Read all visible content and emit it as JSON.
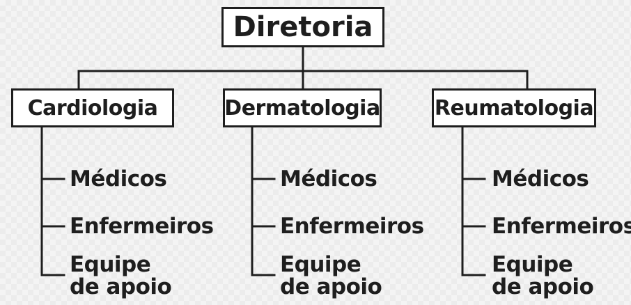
{
  "root": {
    "label": "Diretoria"
  },
  "departments": [
    {
      "label": "Cardiologia",
      "items": [
        "Médicos",
        "Enfermeiros",
        "Equipe",
        "de apoio"
      ]
    },
    {
      "label": "Dermatologia",
      "items": [
        "Médicos",
        "Enfermeiros",
        "Equipe",
        "de apoio"
      ]
    },
    {
      "label": "Reumatologia",
      "items": [
        "Médicos",
        "Enfermeiros",
        "Equipe",
        "de apoio"
      ]
    }
  ],
  "colors": {
    "line": "#1e1e1e",
    "box_fill": "#ffffff"
  }
}
